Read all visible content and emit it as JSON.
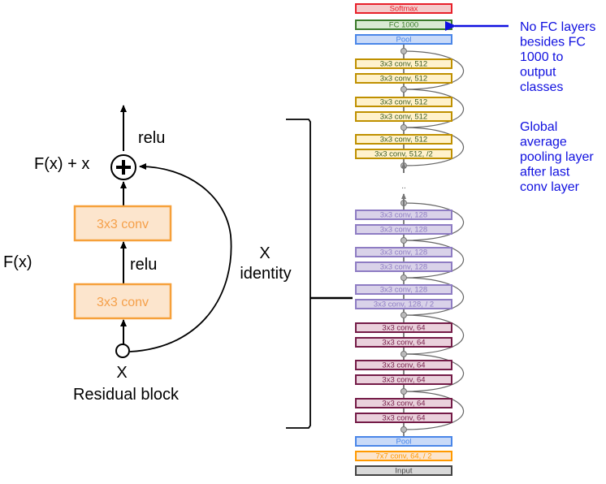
{
  "residual_block": {
    "title": "Residual block",
    "input_label": "X",
    "fx_label": "F(x)",
    "sum_label": "F(x) + x",
    "relu_top": "relu",
    "relu_mid": "relu",
    "conv_top": "3x3 conv",
    "conv_bottom": "3x3 conv",
    "skip_label_x": "X",
    "skip_label_identity": "identity",
    "plus_symbol": "+"
  },
  "colors": {
    "softmax": {
      "stroke": "#e8202a",
      "fill": "#f4cccc",
      "text": "#e8202a"
    },
    "fc": {
      "stroke": "#3a7a2a",
      "fill": "#d9ead3",
      "text": "#3a7a2a"
    },
    "pool": {
      "stroke": "#4a86e8",
      "fill": "#c9daf8",
      "text": "#4a86e8"
    },
    "conv512": {
      "stroke": "#bf9000",
      "fill": "#fff2cc",
      "text": "#3a5a20"
    },
    "conv128": {
      "stroke": "#8e7cc3",
      "fill": "#d9d2e9",
      "text": "#8e7cc3"
    },
    "conv64": {
      "stroke": "#741b47",
      "fill": "#ead1dc",
      "text": "#741b47"
    },
    "conv7": {
      "stroke": "#ff9900",
      "fill": "#fce5cd",
      "text": "#ff9900"
    },
    "input": {
      "stroke": "#434343",
      "fill": "#d9d9d9",
      "text": "#434343"
    },
    "resblock_conv": {
      "stroke": "#f6a03a",
      "fill": "#fce5cd",
      "text": "#f6a03a"
    },
    "annotation": "#1010e0"
  },
  "network": {
    "layers_top": [
      {
        "label": "Softmax",
        "style": "softmax"
      },
      {
        "label": "FC 1000",
        "style": "fc"
      },
      {
        "label": "Pool",
        "style": "pool"
      },
      {
        "label": "3x3 conv, 512",
        "style": "conv512"
      },
      {
        "label": "3x3 conv, 512",
        "style": "conv512"
      },
      {
        "label": "3x3 conv, 512",
        "style": "conv512"
      },
      {
        "label": "3x3 conv, 512",
        "style": "conv512"
      },
      {
        "label": "3x3 conv, 512",
        "style": "conv512"
      },
      {
        "label": "3x3 conv, 512, /2",
        "style": "conv512"
      }
    ],
    "ellipsis": "..",
    "layers_bottom": [
      {
        "label": "3x3 conv, 128",
        "style": "conv128"
      },
      {
        "label": "3x3 conv, 128",
        "style": "conv128"
      },
      {
        "label": "3x3 conv, 128",
        "style": "conv128"
      },
      {
        "label": "3x3 conv, 128",
        "style": "conv128"
      },
      {
        "label": "3x3 conv, 128",
        "style": "conv128"
      },
      {
        "label": "3x3 conv, 128, / 2",
        "style": "conv128"
      },
      {
        "label": "3x3 conv, 64",
        "style": "conv64"
      },
      {
        "label": "3x3 conv, 64",
        "style": "conv64"
      },
      {
        "label": "3x3 conv, 64",
        "style": "conv64"
      },
      {
        "label": "3x3 conv, 64",
        "style": "conv64"
      },
      {
        "label": "3x3 conv, 64",
        "style": "conv64"
      },
      {
        "label": "3x3 conv, 64",
        "style": "conv64"
      },
      {
        "label": "Pool",
        "style": "pool"
      },
      {
        "label": "7x7 conv, 64, / 2",
        "style": "conv7"
      },
      {
        "label": "Input",
        "style": "input"
      }
    ]
  },
  "annotations": {
    "fc_note": [
      "No FC layers",
      "besides FC",
      "1000 to",
      "output",
      "classes"
    ],
    "pool_note": [
      "Global",
      "average",
      "pooling layer",
      "after last",
      "conv layer"
    ]
  }
}
